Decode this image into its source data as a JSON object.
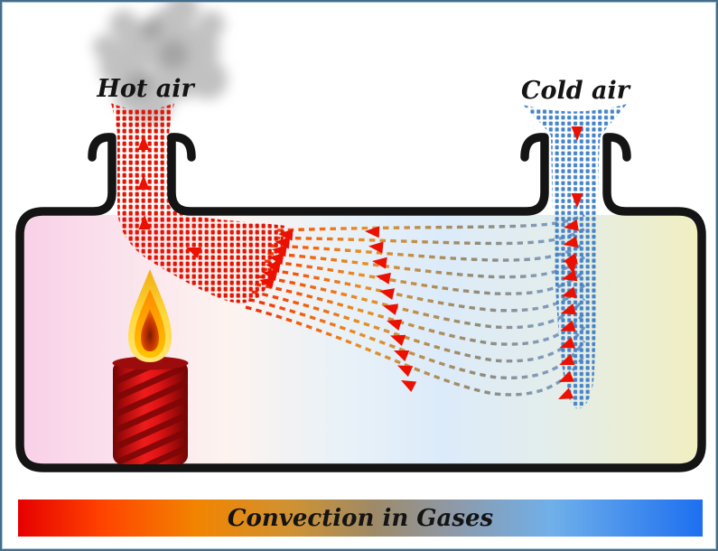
{
  "frame": {
    "background": "#ffffff",
    "border_color": "#456d8a"
  },
  "labels": {
    "hot_air": "Hot air",
    "cold_air": "Cold air"
  },
  "title_bar": {
    "label": "Convection in Gases",
    "text_color": "#141414",
    "gradient": [
      "#e60000",
      "#ff4200",
      "#f28400",
      "#cf9233",
      "#9e8a68",
      "#8d9aab",
      "#6fb0ea",
      "#1d6ff0"
    ]
  },
  "colors": {
    "hot_flow": "#e21505",
    "cold_flow": "#4584c9",
    "arrow": "#ec1000",
    "container_outline": "#141414",
    "smoke": "#8f8f8f",
    "flow_gradient": [
      "#e81600",
      "#f55400",
      "#e88a1a",
      "#b98a45",
      "#8d8672",
      "#7e97b4",
      "#5a8fd0"
    ]
  },
  "icons": {
    "smoke": "smoke-cloud-icon",
    "candle": "candle-icon",
    "flame": "flame-icon",
    "hot_arrows": "up-arrow-icon",
    "cold_arrows": "down-arrow-icon",
    "flow_arrows": "left-arrow-icon"
  }
}
